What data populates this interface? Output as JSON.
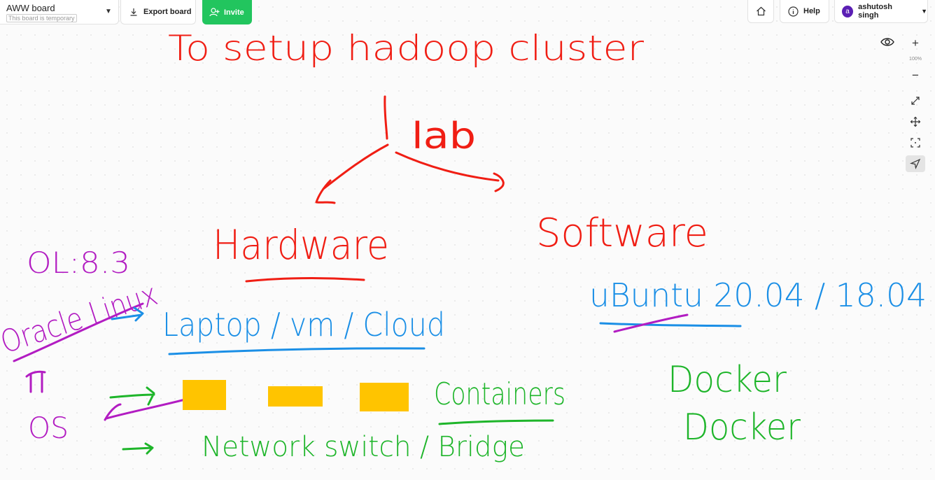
{
  "board": {
    "title": "AWW board",
    "subtitle": "This board is temporary"
  },
  "toolbar": {
    "export_label": "Export board",
    "invite_label": "Invite",
    "help_label": "Help",
    "user_name": "ashutosh singh",
    "user_initial": "a"
  },
  "zoom": {
    "level": "100%"
  },
  "colors": {
    "red_ink": "#f01e14",
    "blue_ink": "#1b8fe6",
    "green_ink": "#1eb52a",
    "purple_ink": "#b21cc2",
    "yellow_rect": "#ffc400",
    "invite_green": "#22c55e",
    "avatar_purple": "#5b1fb4"
  },
  "icons": [
    "download-icon",
    "add-user-icon",
    "home-icon",
    "info-icon",
    "eye-icon",
    "plus-icon",
    "minus-icon",
    "fullscreen-icon",
    "move-icon",
    "fit-screen-icon",
    "pointer-icon"
  ],
  "whiteboard": {
    "title_text": "To setup hadoop cluster",
    "lab": "lab",
    "hardware": "Hardware",
    "software": "Software",
    "laptop": "Laptop / vm / Cloud",
    "ubuntu": "uBuntu 20.04 / 18.04",
    "ol": "OL:8.3",
    "oracle_linux": "Oracle Linux",
    "os": "OS",
    "containers": "Containers",
    "network": "Network switch / Bridge",
    "docker_1": "Docker",
    "docker_2": "Docker"
  }
}
